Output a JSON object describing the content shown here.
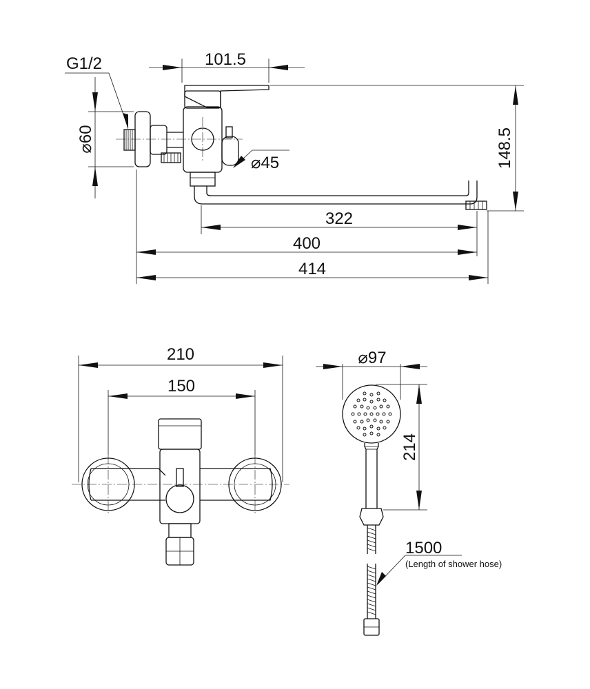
{
  "side_view": {
    "thread_label": "G1/2",
    "lever_length_label": "101.5",
    "flange_diameter_label": "⌀60",
    "diverter_diameter_label": "⌀45",
    "height_label": "148.5",
    "spout_reach_label": "322",
    "spout_center_label": "400",
    "overall_length_label": "414"
  },
  "front_view": {
    "overall_width_label": "210",
    "center_distance_label": "150"
  },
  "shower_view": {
    "head_diameter_label": "⌀97",
    "handset_length_label": "214",
    "hose_length_label": "1500",
    "hose_note_label": "(Length of shower hose)"
  }
}
